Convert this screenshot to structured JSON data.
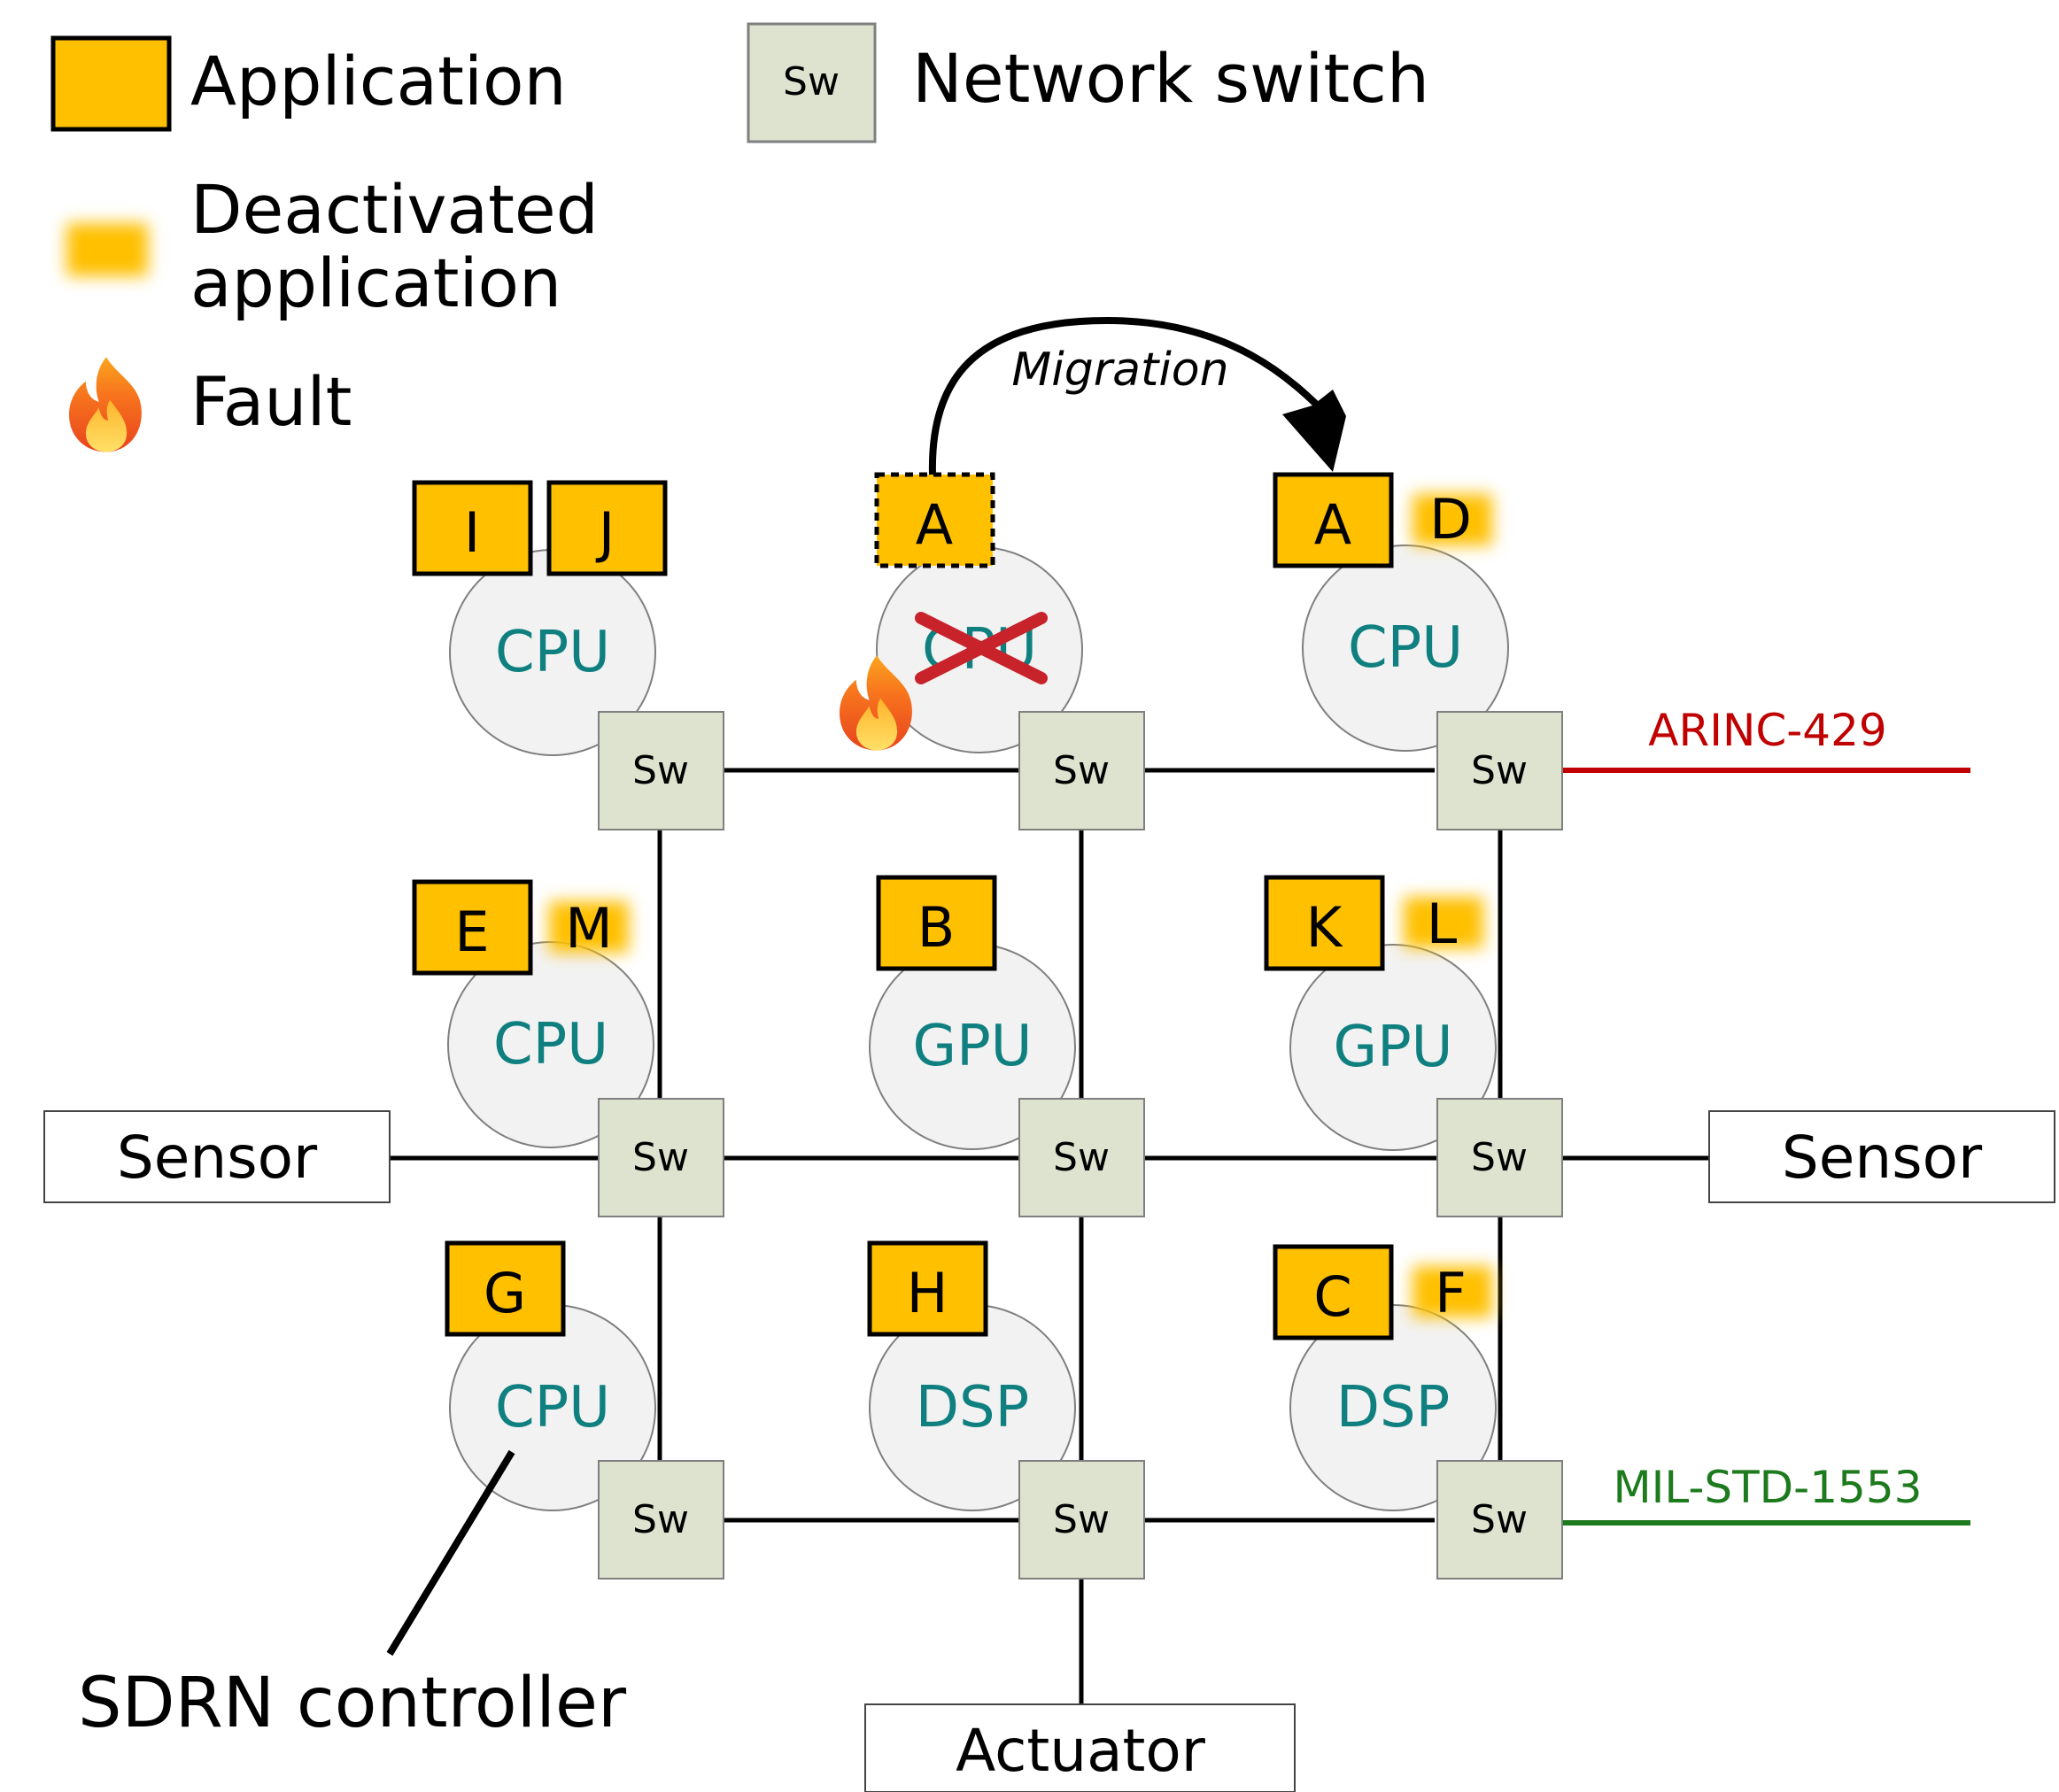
{
  "colors": {
    "application_fill": "#FFC000",
    "deactivated_glow": "#FFC000",
    "switch_fill": "#DEE3D0",
    "switch_stroke": "#7F7F7F",
    "node_fill": "#F2F2F2",
    "node_stroke": "#7F7F7F",
    "processor_text": "#0F7F7F",
    "arinc": "#C00000",
    "milstd": "#1D7A1D",
    "fault_cross": "#C8222A",
    "line": "#000000"
  },
  "legend": {
    "application": "Application",
    "deactivated_line1": "Deactivated",
    "deactivated_line2": "application",
    "fault": "Fault",
    "switch_icon_label": "Sw",
    "network_switch": "Network switch"
  },
  "migration_label": "Migration",
  "switch_label": "Sw",
  "nodes": [
    {
      "label": "CPU",
      "faulty": false
    },
    {
      "label": "CPU",
      "faulty": true
    },
    {
      "label": "CPU",
      "faulty": false
    },
    {
      "label": "CPU",
      "faulty": false
    },
    {
      "label": "GPU",
      "faulty": false
    },
    {
      "label": "GPU",
      "faulty": false
    },
    {
      "label": "CPU",
      "faulty": false
    },
    {
      "label": "DSP",
      "faulty": false
    },
    {
      "label": "DSP",
      "faulty": false
    }
  ],
  "applications": [
    {
      "label": "I",
      "state": "active"
    },
    {
      "label": "J",
      "state": "active"
    },
    {
      "label": "A",
      "state": "migrated-from"
    },
    {
      "label": "A",
      "state": "active"
    },
    {
      "label": "D",
      "state": "deactivated"
    },
    {
      "label": "E",
      "state": "active"
    },
    {
      "label": "M",
      "state": "deactivated"
    },
    {
      "label": "B",
      "state": "active"
    },
    {
      "label": "K",
      "state": "active"
    },
    {
      "label": "L",
      "state": "deactivated"
    },
    {
      "label": "G",
      "state": "active"
    },
    {
      "label": "H",
      "state": "active"
    },
    {
      "label": "C",
      "state": "active"
    },
    {
      "label": "F",
      "state": "deactivated"
    }
  ],
  "peripherals": {
    "sensor_left": "Sensor",
    "sensor_right": "Sensor",
    "actuator": "Actuator"
  },
  "buses": {
    "arinc": "ARINC-429",
    "milstd": "MIL-STD-1553"
  },
  "controller_label": "SDRN controller"
}
